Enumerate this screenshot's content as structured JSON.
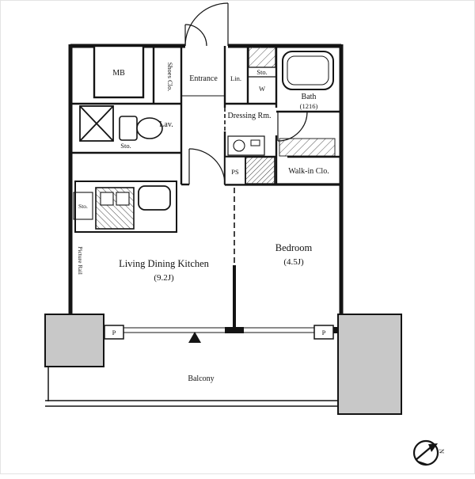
{
  "colors": {
    "wall": "#141414",
    "pillar_gray": "#c8c8c8",
    "background": "#ffffff"
  },
  "rooms": {
    "mb": {
      "label": "MB"
    },
    "shoes_closet": {
      "label": "Shoes Clo."
    },
    "entrance": {
      "label": "Entrance"
    },
    "linen": {
      "label": "Lin."
    },
    "storage_top": {
      "label": "Sto."
    },
    "washer": {
      "label": "W"
    },
    "bath": {
      "label": "Bath",
      "size": "(1216)"
    },
    "dressing_room": {
      "label": "Dressing Rm."
    },
    "lavatory": {
      "label": "Lav."
    },
    "storage_lavatory": {
      "label": "Sto."
    },
    "pipe_space": {
      "label": "PS"
    },
    "walk_in_closet": {
      "label": "Walk-in Clo."
    },
    "storage_kitchen": {
      "label": "Sto."
    },
    "living_dining_kitchen": {
      "label": "Living Dining Kitchen",
      "size": "(9.2J)"
    },
    "bedroom": {
      "label": "Bedroom",
      "size": "(4.5J)"
    },
    "balcony": {
      "label": "Balcony"
    }
  },
  "annotations": {
    "picture_rail": "Picture Rail",
    "pillar_left": "P",
    "pillar_right": "P",
    "compass_north": "N"
  }
}
